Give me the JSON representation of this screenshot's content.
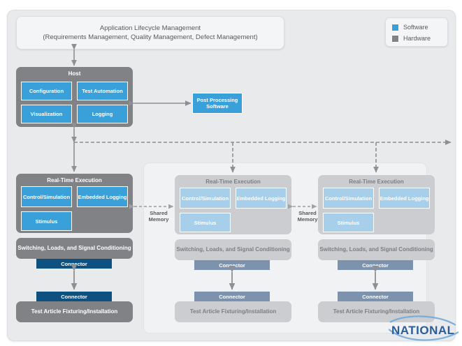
{
  "legend": {
    "items": [
      {
        "label": "Software",
        "color": "#3aa0da",
        "icon": "square-swatch-icon"
      },
      {
        "label": "Hardware",
        "color": "#808285",
        "icon": "square-swatch-icon"
      }
    ]
  },
  "alm": {
    "line1": "Application Lifecycle Management",
    "line2": "(Requirements Management, Quality Management, Defect Management)"
  },
  "host": {
    "title": "Host",
    "blocks": [
      {
        "label": "Configuration"
      },
      {
        "label": "Test Automation"
      },
      {
        "label": "Visualization"
      },
      {
        "label": "Logging"
      }
    ]
  },
  "post_processing": {
    "label": "Post Processing Software"
  },
  "columns": [
    {
      "id": "left",
      "state": "active",
      "rte_title": "Real-Time Execution",
      "rte_blocks": [
        {
          "label": "Control/Simulation"
        },
        {
          "label": "Embedded Logging"
        },
        {
          "label": "Stimulus"
        }
      ],
      "switching": "Switching, Loads, and Signal Conditioning",
      "connector_top": "Connector",
      "connector_bottom": "Connector",
      "test_article": "Test Article Fixturing/Installation"
    },
    {
      "id": "middle",
      "state": "faded",
      "rte_title": "Real-Time Execution",
      "rte_blocks": [
        {
          "label": "Control/Simulation"
        },
        {
          "label": "Embedded Logging"
        },
        {
          "label": "Stimulus"
        }
      ],
      "switching": "Switching, Loads, and Signal Conditioning",
      "connector_top": "Connector",
      "connector_bottom": "Connector",
      "test_article": "Test Article Fixturing/Installation"
    },
    {
      "id": "right",
      "state": "faded",
      "rte_title": "Real-Time Execution",
      "rte_blocks": [
        {
          "label": "Control/Simulation"
        },
        {
          "label": "Embedded Logging"
        },
        {
          "label": "Stimulus"
        }
      ],
      "switching": "Switching, Loads, and Signal Conditioning",
      "connector_top": "Connector",
      "connector_bottom": "Connector",
      "test_article": "Test Article Fixturing/Installation"
    }
  ],
  "shared_memory": [
    {
      "line1": "Shared",
      "line2": "Memory"
    },
    {
      "line1": "Shared",
      "line2": "Memory"
    }
  ],
  "brand": {
    "name": "NATIONAL"
  },
  "colors": {
    "software": "#3aa0da",
    "software_faded": "#a7cfea",
    "hardware": "#808285",
    "hardware_faded": "#cbcdd0",
    "connector": "#0e5180",
    "connector_faded": "#7d92ad",
    "background": "#e9eaec",
    "text_grey": "#58595b",
    "brand_blue": "#2b5c9b"
  }
}
